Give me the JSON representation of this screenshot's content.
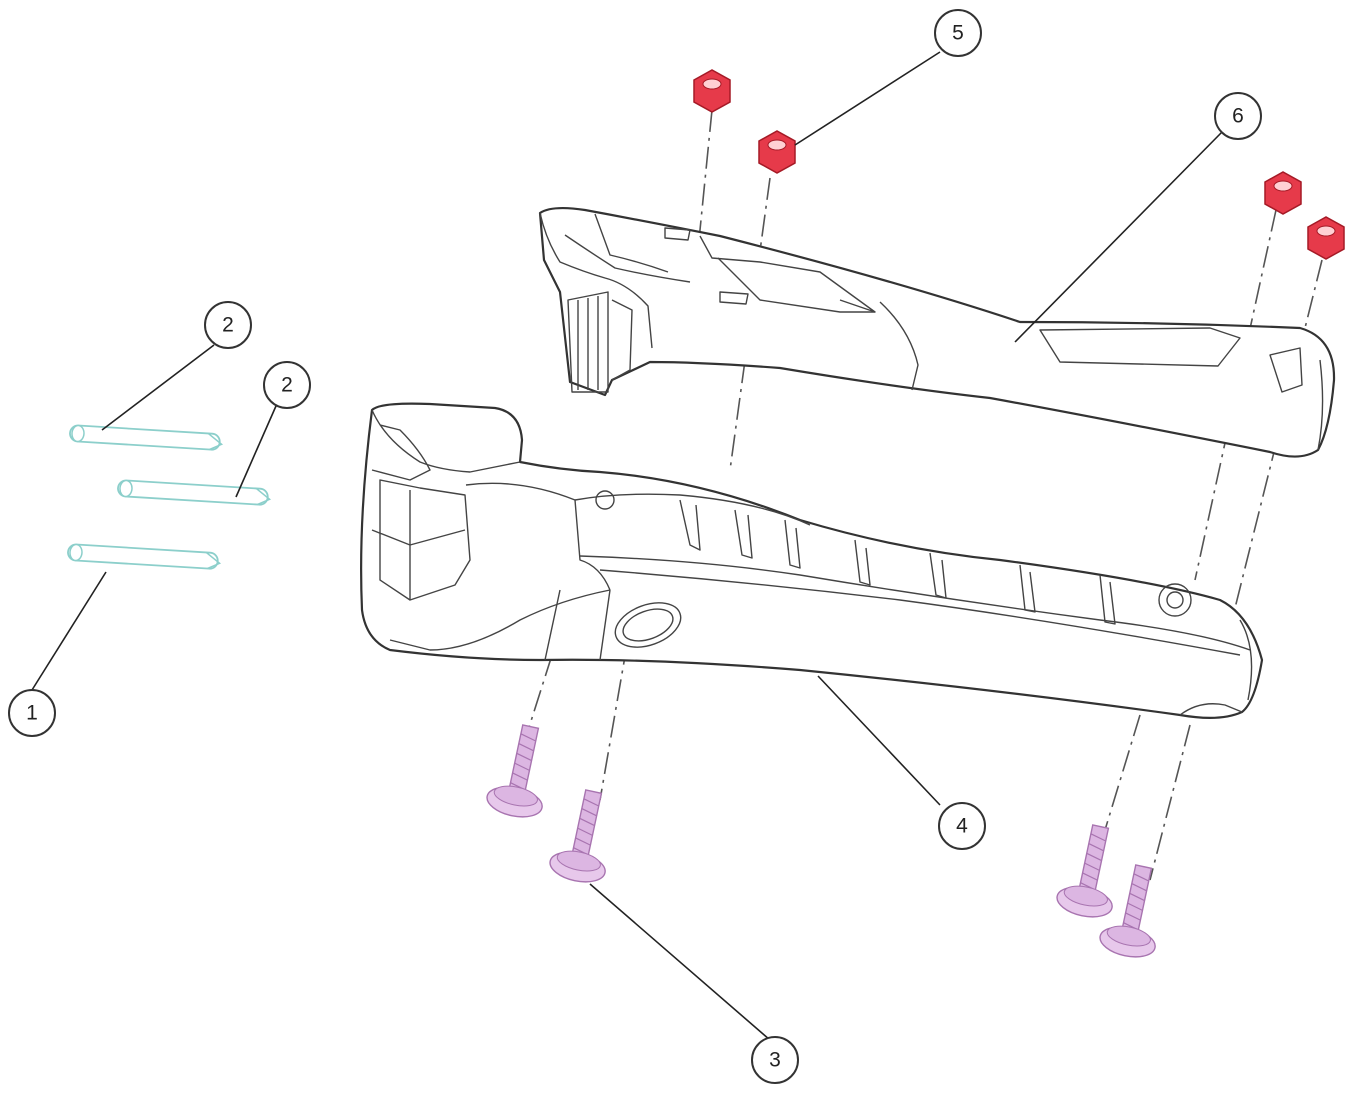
{
  "colors": {
    "nut": "#e63a4a",
    "screw": "#cf9ad6",
    "pin": "#8ccfcb",
    "outline": "#333333"
  },
  "callouts": {
    "c1": "1",
    "c2a": "2",
    "c2b": "2",
    "c3": "3",
    "c4": "4",
    "c5": "5",
    "c6": "6"
  }
}
